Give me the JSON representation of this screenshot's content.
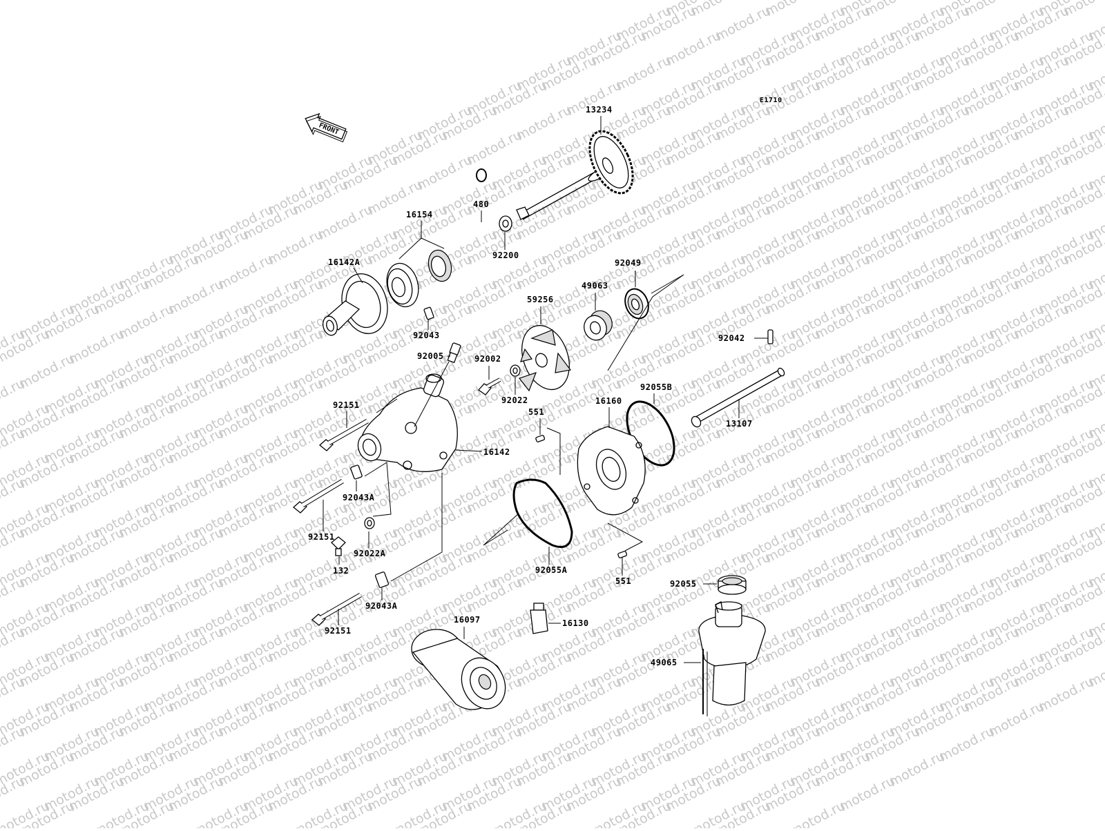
{
  "watermark": {
    "text": "motod.ru"
  },
  "diagram_code": "E1710",
  "front_arrow": {
    "text": "FRONT"
  },
  "parts": {
    "p13234": "13234",
    "p480": "480",
    "p92200": "92200",
    "p16154": "16154",
    "p16142A": "16142A",
    "p92043": "92043",
    "p92049": "92049",
    "p49063": "49063",
    "p59256": "59256",
    "p92005": "92005",
    "p92002": "92002",
    "p92022": "92022",
    "p92042": "92042",
    "p92151_a": "92151",
    "p551_a": "551",
    "p16160": "16160",
    "p92055B": "92055B",
    "p16142": "16142",
    "p13107": "13107",
    "p92043A_a": "92043A",
    "p92151_b": "92151",
    "p92022A": "92022A",
    "p132": "132",
    "p92055A": "92055A",
    "p551_b": "551",
    "p92055": "92055",
    "p92043A_b": "92043A",
    "p16097": "16097",
    "p16130": "16130",
    "p92151_c": "92151",
    "p49065": "49065"
  }
}
